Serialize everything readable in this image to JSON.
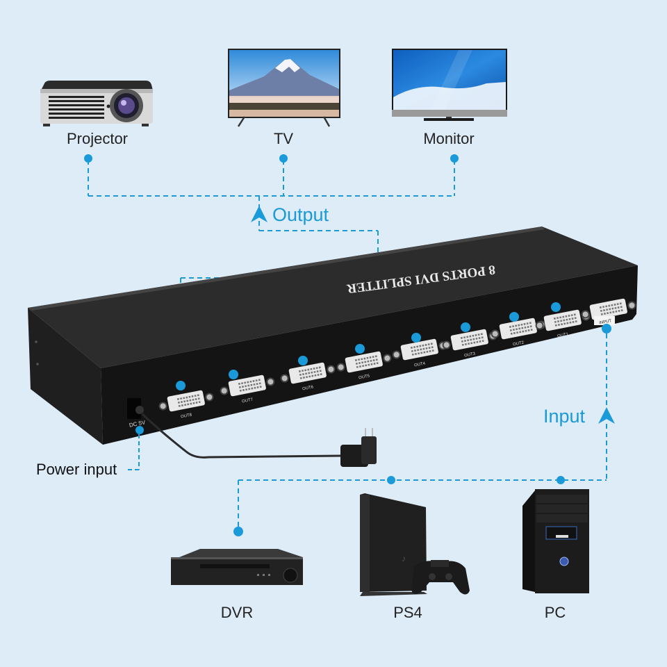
{
  "title": "8 Ports DVI Splitter connection diagram",
  "colors": {
    "background": "#deecf8",
    "accent": "#1a9ad9",
    "device_body": "#1c1c1c",
    "label_text": "#222222"
  },
  "output_devices": [
    {
      "label": "Projector",
      "icon": "projector-icon"
    },
    {
      "label": "TV",
      "icon": "tv-icon"
    },
    {
      "label": "Monitor",
      "icon": "monitor-icon"
    }
  ],
  "input_devices": [
    {
      "label": "DVR",
      "icon": "dvr-icon"
    },
    {
      "label": "PS4",
      "icon": "ps4-console-icon"
    },
    {
      "label": "PC",
      "icon": "pc-tower-icon"
    }
  ],
  "flow_labels": {
    "output": "Output",
    "input": "Input",
    "power": "Power input"
  },
  "splitter": {
    "top_label": "8 PORTS DVI SPLITTER",
    "power_port_label": "DC 5V",
    "input_port_label": "INPUT",
    "output_ports": [
      "OUT8",
      "OUT7",
      "OUT6",
      "OUT5",
      "OUT4",
      "OUT3",
      "OUT2",
      "OUT1"
    ]
  }
}
